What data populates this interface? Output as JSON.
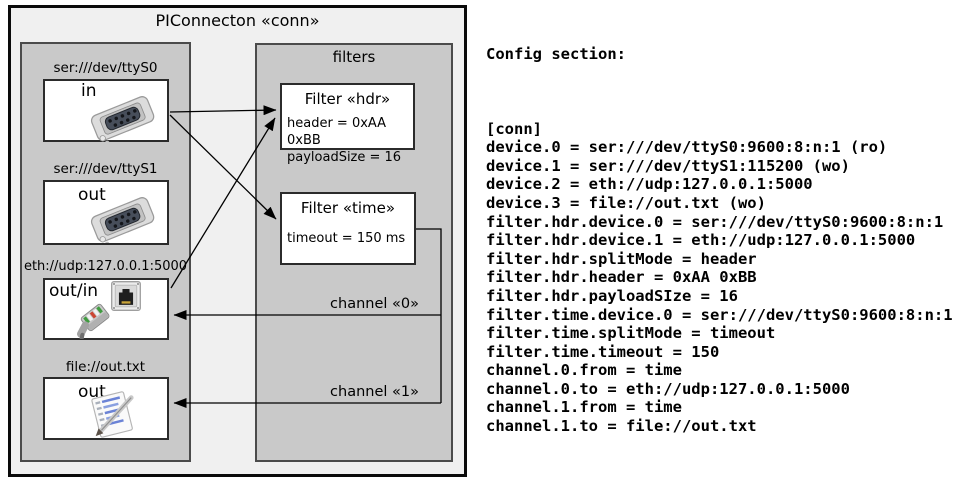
{
  "diagram": {
    "title": "PIConnecton «conn»",
    "devices_panel": {
      "devices": [
        {
          "url": "ser:///dev/ttyS0",
          "mode": "in",
          "icon": "serial-connector-icon"
        },
        {
          "url": "ser:///dev/ttyS1",
          "mode": "out",
          "icon": "serial-connector-icon"
        },
        {
          "url": "eth://udp:127.0.0.1:5000",
          "mode": "out/in",
          "icon": "ethernet-port-and-plug-icon"
        },
        {
          "url": "file://out.txt",
          "mode": "out",
          "icon": "notepad-pencil-icon"
        }
      ]
    },
    "filters_panel": {
      "label": "filters",
      "filters": [
        {
          "title": "Filter «hdr»",
          "attributes": [
            "header = 0xAA 0xBB",
            "payloadSize = 16"
          ]
        },
        {
          "title": "Filter «time»",
          "attributes": [
            "timeout = 150 ms"
          ]
        }
      ]
    },
    "channels": [
      {
        "label": "channel «0»"
      },
      {
        "label": "channel «1»"
      }
    ],
    "connections": [
      {
        "from": "ser:///dev/ttyS0 (in)",
        "to": "Filter «hdr»"
      },
      {
        "from": "ser:///dev/ttyS0 (in)",
        "to": "Filter «time»"
      },
      {
        "from": "eth://udp:127.0.0.1:5000 (out/in)",
        "to": "Filter «hdr»"
      },
      {
        "from": "Filter «time»",
        "to": "eth://udp:127.0.0.1:5000 (out/in)",
        "label": "channel «0»"
      },
      {
        "from": "Filter «time»",
        "to": "file://out.txt (out)",
        "label": "channel «1»"
      }
    ]
  },
  "config": {
    "heading": "Config section:",
    "lines": [
      "[conn]",
      "device.0 = ser:///dev/ttyS0:9600:8:n:1 (ro)",
      "device.1 = ser:///dev/ttyS1:115200 (wo)",
      "device.2 = eth://udp:127.0.0.1:5000",
      "device.3 = file://out.txt (wo)",
      "filter.hdr.device.0 = ser:///dev/ttyS0:9600:8:n:1",
      "filter.hdr.device.1 = eth://udp:127.0.0.1:5000",
      "filter.hdr.splitMode = header",
      "filter.hdr.header = 0xAA 0xBB",
      "filter.hdr.payloadSIze = 16",
      "filter.time.device.0 = ser:///dev/ttyS0:9600:8:n:1",
      "filter.time.splitMode = timeout",
      "filter.time.timeout = 150",
      "channel.0.from = time",
      "channel.0.to = eth://udp:127.0.0.1:5000",
      "channel.1.from = time",
      "channel.1.to = file://out.txt"
    ]
  }
}
